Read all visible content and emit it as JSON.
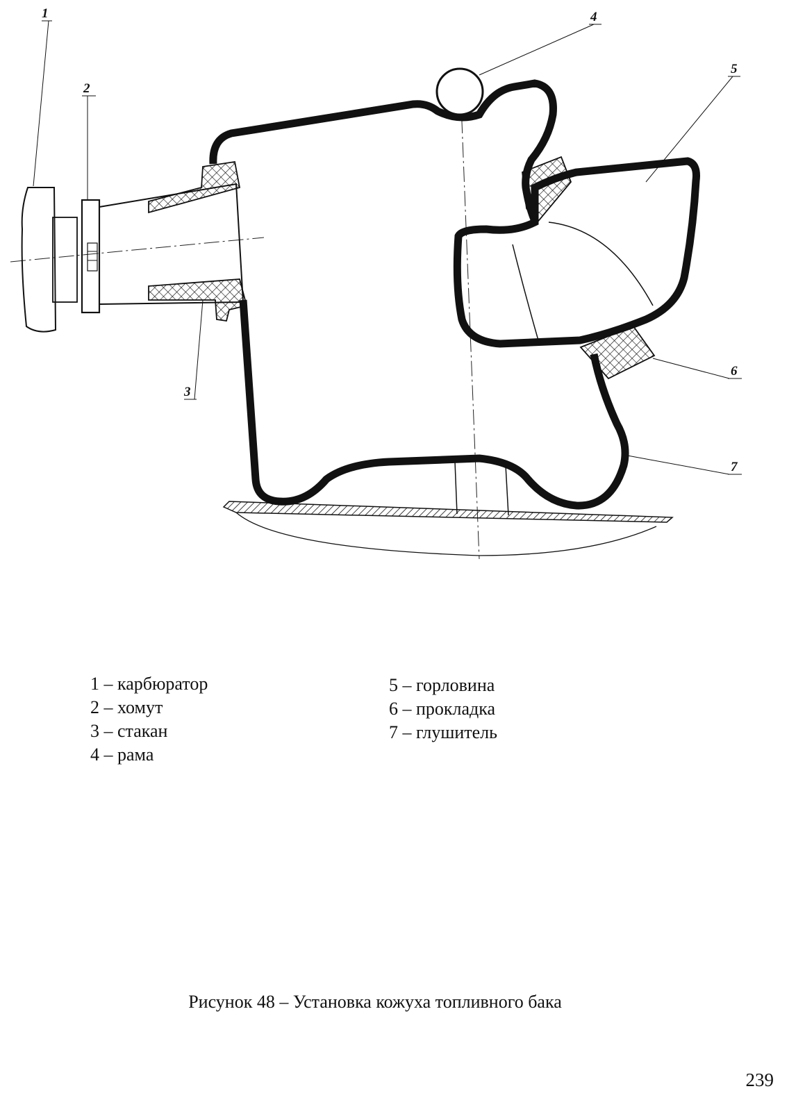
{
  "figure": {
    "callouts": [
      "1",
      "2",
      "3",
      "4",
      "5",
      "6",
      "7"
    ]
  },
  "legend": {
    "left": [
      "1 – карбюратор",
      "2 – хомут",
      "3 – стакан",
      "4 – рама"
    ],
    "right": [
      "5 – горловина",
      "6 – прокладка",
      "7 – глушитель"
    ]
  },
  "caption": "Рисунок 48 – Установка кожуха топливного бака",
  "page_number": "239"
}
